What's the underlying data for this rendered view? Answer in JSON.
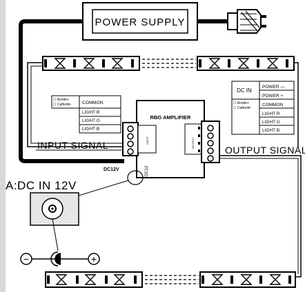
{
  "power_supply": {
    "label": "POWER SUPPLY"
  },
  "input_signal": {
    "label": "INPUT SIGNAL"
  },
  "output_signal": {
    "label": "OUTPUT SIGNAL"
  },
  "amplifier": {
    "title": "RBG AMPLIFIER",
    "dc_label": "DC12V",
    "dc_side_label": "DC12",
    "in_port_small": "INPUT",
    "out_port_small": "OUTPUT"
  },
  "dc_in": {
    "label": "A:DC IN 12V"
  },
  "left_legend": {
    "anode": "☐ Anode+",
    "cathode": "☐ Cathode-",
    "rows": [
      "COMMON",
      "LIGHT R",
      "LIGHT G",
      "LIGHT B"
    ]
  },
  "right_legend": {
    "dc_in": "DC IN",
    "power_rows": [
      "POWER —",
      "POWER +"
    ],
    "anode": "☐ Anode+",
    "cathode": "☐ Cathode-",
    "rows": [
      "COMMON",
      "LIGHT R",
      "LIGHT G",
      "LIGHT B"
    ]
  },
  "polarity": {
    "minus": "−",
    "plus": "+"
  },
  "colors": {
    "line": "#000000",
    "strip_fill": "#ffffff",
    "led_fill": "#e8e8e8",
    "side_bar": "#d9d9d9"
  }
}
